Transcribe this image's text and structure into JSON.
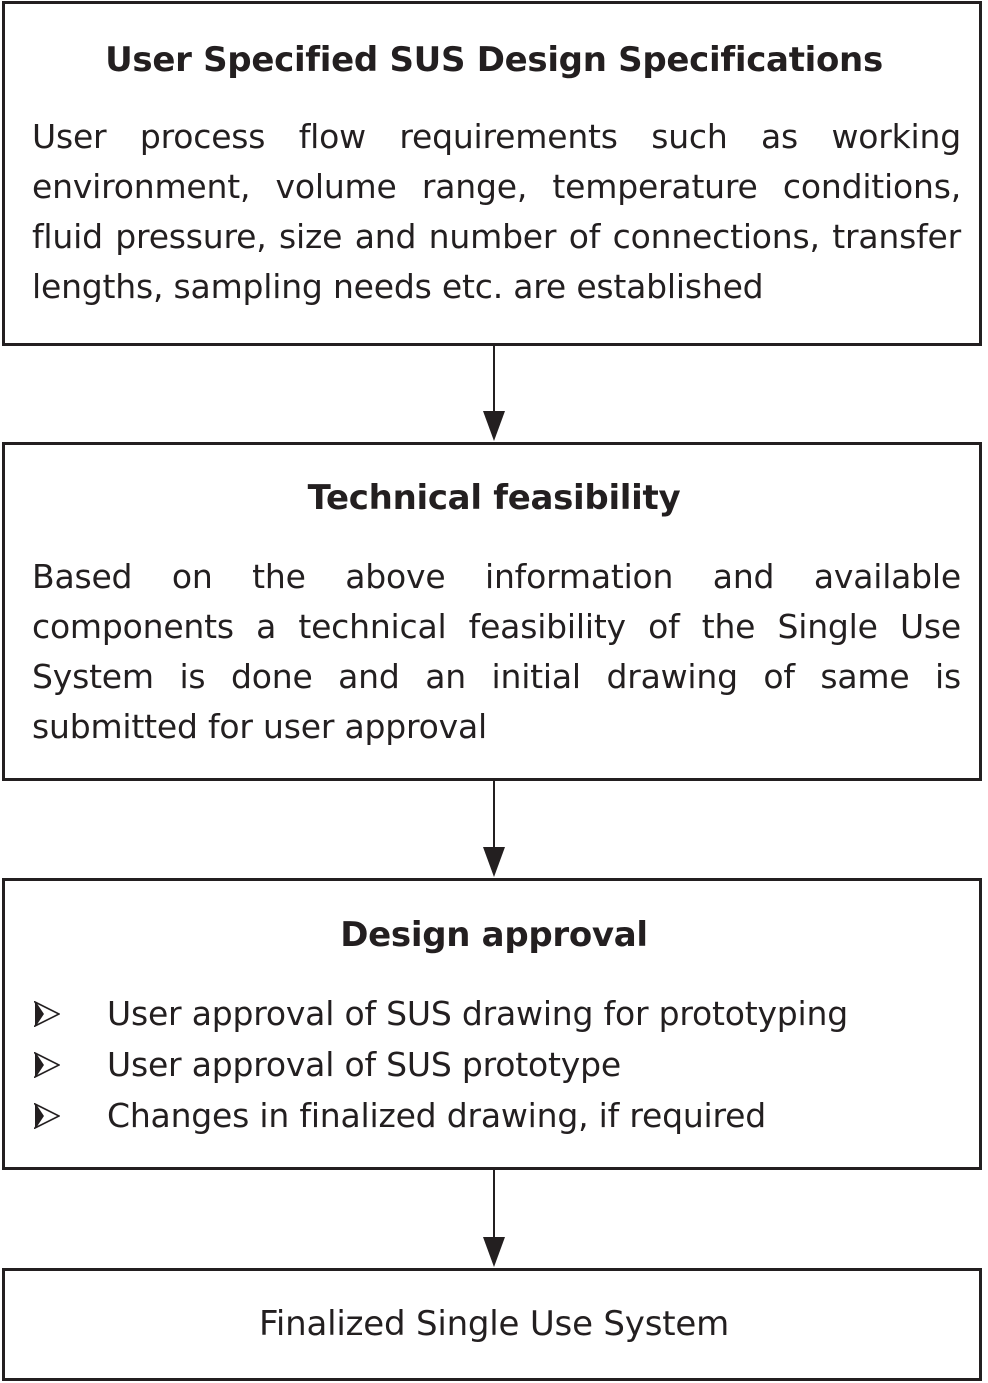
{
  "steps": [
    {
      "title": "User Specified SUS Design Specifications",
      "body": "User process flow requirements such as working environment, volume range, temperature conditions, fluid pressure, size and number of connections, transfer lengths, sampling needs etc. are established"
    },
    {
      "title": "Technical feasibility",
      "body": "Based on the above information and available components a technical feasibility of the Single Use System is done and an initial drawing of same is submitted for user approval"
    },
    {
      "title": "Design approval",
      "bullets": [
        "User approval of SUS drawing for prototyping",
        "User approval of SUS prototype",
        "Changes in finalized drawing, if required"
      ]
    },
    {
      "title": "Finalized Single Use System"
    }
  ],
  "bullet_icon": "arrowhead-bullet-icon",
  "arrow_icon": "down-arrow-icon",
  "colors": {
    "ink": "#231f20",
    "background": "#ffffff"
  }
}
